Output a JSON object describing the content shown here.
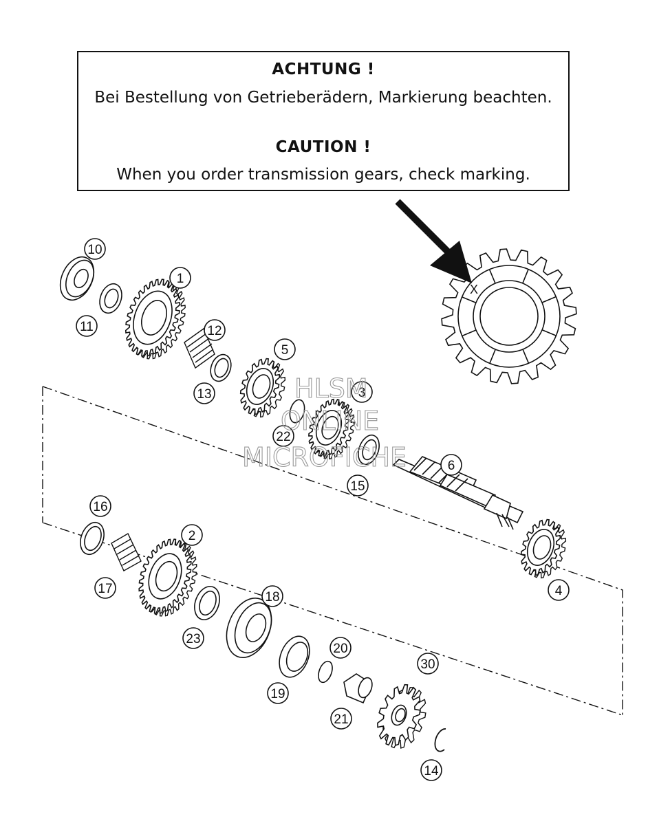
{
  "notice": {
    "heading_de": "ACHTUNG !",
    "text_de": "Bei Bestellung von Getrieberädern, Markierung beachten.",
    "heading_en": "CAUTION !",
    "text_en": "When you order transmission gears, check marking."
  },
  "detail": {
    "marking": "X"
  },
  "callouts": [
    "10",
    "1",
    "11",
    "12",
    "5",
    "13",
    "3",
    "22",
    "6",
    "15",
    "16",
    "2",
    "17",
    "4",
    "18",
    "23",
    "20",
    "30",
    "19",
    "21",
    "14"
  ],
  "watermark": [
    "HLSM",
    "ONLINE",
    "MICROFICHE"
  ],
  "colors": {
    "line": "#111111",
    "watermark": "#999999"
  }
}
